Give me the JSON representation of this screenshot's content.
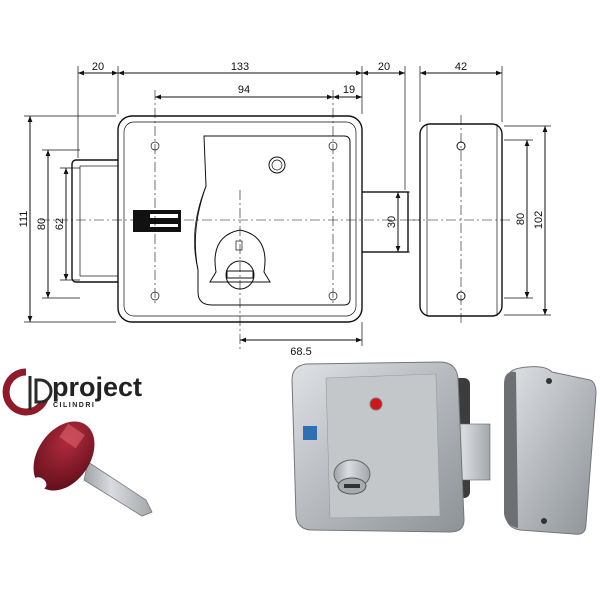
{
  "drawing": {
    "front_dims": {
      "left_bolt_width": "20",
      "body_width": "133",
      "latch_width": "20",
      "screw_spacing": "94",
      "screw_offset": "19",
      "height_total": "111",
      "height_bolt": "80",
      "height_inner": "62",
      "latch_height": "30",
      "keyhole_offset": "68.5"
    },
    "side_dims": {
      "depth": "42",
      "screw_spacing": "80",
      "height": "102"
    }
  },
  "brand": {
    "name": "project",
    "subtitle": "CILINDRI"
  },
  "colors": {
    "brand_red": "#8e1a2a",
    "silver": "#b8bcc0",
    "indicator": "#d0161a"
  }
}
